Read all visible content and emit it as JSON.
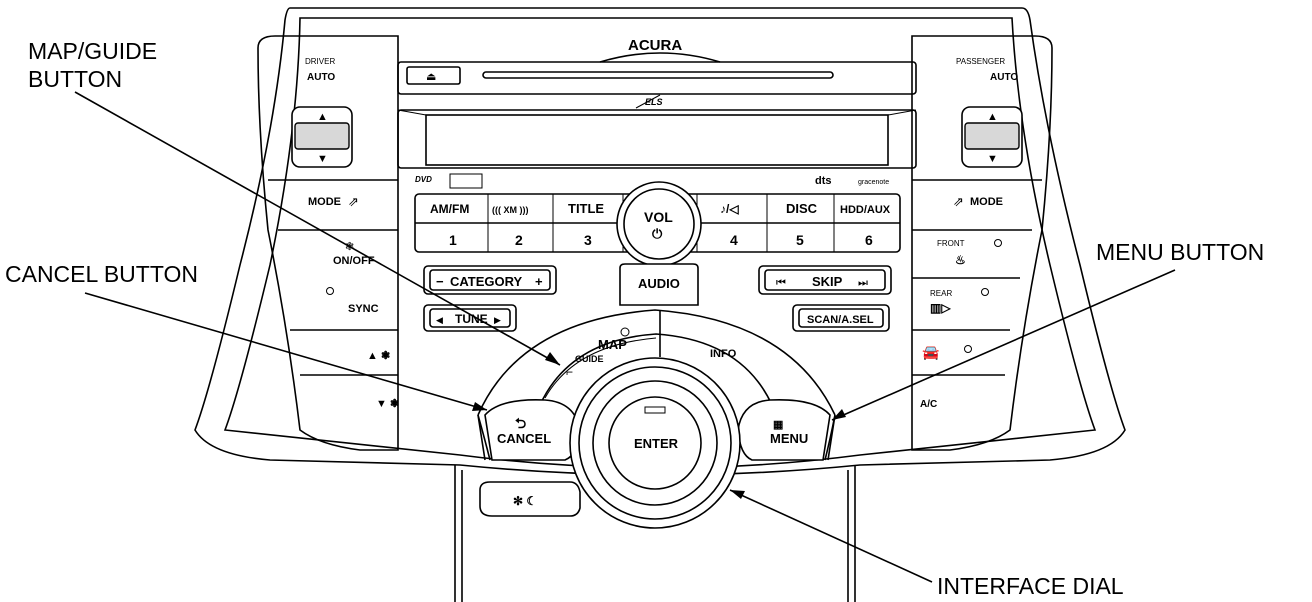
{
  "brand": "ACURA",
  "callouts": {
    "map_guide_line1": "MAP/GUIDE",
    "map_guide_line2": "BUTTON",
    "cancel": "CANCEL BUTTON",
    "menu": "MENU BUTTON",
    "interface_dial": "INTERFACE DIAL"
  },
  "climate_left": {
    "driver": "DRIVER",
    "auto": "AUTO",
    "mode": "MODE",
    "on_off": "ON/OFF",
    "sync": "SYNC"
  },
  "climate_right": {
    "passenger": "PASSENGER",
    "auto": "AUTO",
    "mode": "MODE",
    "front": "FRONT",
    "rear": "REAR",
    "ac": "A/C"
  },
  "audio_row1": [
    "AM/FM",
    "((( XM )))",
    "TITLE",
    "♪/◁",
    "DISC",
    "HDD/AUX"
  ],
  "audio_row2": [
    "1",
    "2",
    "3",
    "4",
    "5",
    "6"
  ],
  "vol": "VOL",
  "audio": "AUDIO",
  "category": "CATEGORY",
  "tune": "TUNE",
  "skip": "SKIP",
  "scan_asel": "SCAN/A.SEL",
  "map": "MAP",
  "guide": "GUIDE",
  "info": "INFO",
  "cancel": "CANCEL",
  "menu": "MENU",
  "enter": "ENTER",
  "logos": {
    "dvd": "DVD",
    "dts": "dts",
    "gracenote": "gracenote",
    "els": "ELS"
  },
  "colors": {
    "line": "#000000",
    "background": "#ffffff",
    "shade": "#d8d8d8"
  }
}
